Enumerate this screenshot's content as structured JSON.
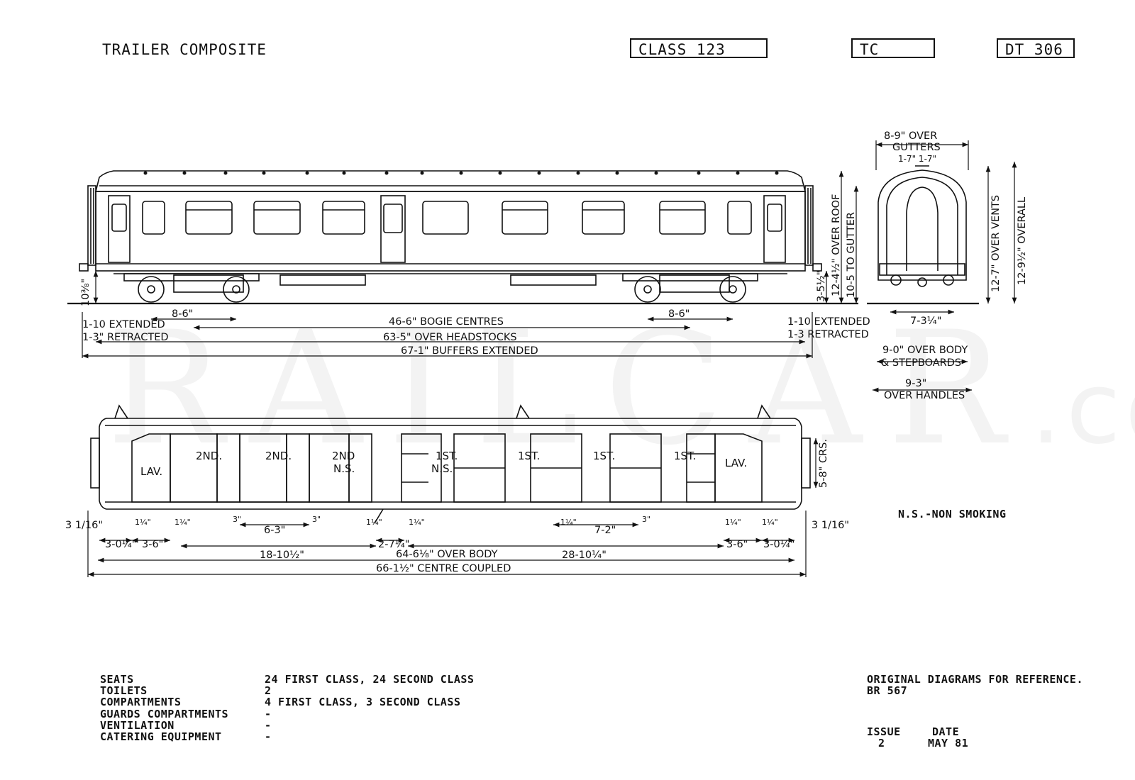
{
  "header": {
    "title": "TRAILER COMPOSITE",
    "class_label": "CLASS 123",
    "type_code": "TC",
    "diagram_no": "DT 306"
  },
  "side_view": {
    "dims": {
      "bogie_wheelbase_left": "8-6\"",
      "bogie_wheelbase_right": "8-6\"",
      "bogie_centres": "46-6\" BOGIE CENTRES",
      "over_headstocks": "63-5\" OVER HEADSTOCKS",
      "buffers_extended": "67-1\" BUFFERS EXTENDED",
      "left_buffer_extended": "1-10 EXTENDED",
      "left_buffer_retracted": "1-3\" RETRACTED",
      "right_buffer_extended": "1-10 EXTENDED",
      "right_buffer_retracted": "1-3 RETRACTED",
      "floor_height": "3-5½\"",
      "over_roof": "12-4½\" OVER ROOF",
      "to_gutter": "10-5 TO GUTTER",
      "rail_gap": "10⅜\""
    }
  },
  "end_view": {
    "dims": {
      "over_gutters_line1": "8-9\" OVER",
      "over_gutters_line2": "GUTTERS",
      "roof_spacing": "1-7\" 1-7\"",
      "over_vents": "12-7\" OVER VENTS",
      "overall": "12-9½\" OVERALL",
      "gauge": "7-3¼\"",
      "over_body_line1": "9-0\" OVER BODY",
      "over_body_line2": "& STEPBOARDS",
      "over_handles_line1": "9-3\"",
      "over_handles_line2": "OVER HANDLES"
    }
  },
  "plan_view": {
    "compartments": [
      {
        "label": "LAV."
      },
      {
        "label": "2ND."
      },
      {
        "label": "2ND."
      },
      {
        "label": "2ND",
        "sub": "N.S."
      },
      {
        "label": "1ST.",
        "sub": "N.S."
      },
      {
        "label": "1ST."
      },
      {
        "label": "1ST."
      },
      {
        "label": "1ST."
      },
      {
        "label": "LAV."
      }
    ],
    "dims": {
      "end_left": "3 1/16\"",
      "end_right": "3 1/16\"",
      "lav_left": "3-0¼\"",
      "vest_left": "3-6\"",
      "comp_2nd": "6-3\"",
      "second_span": "18-10½\"",
      "gangway": "2-7¼\"",
      "comp_1st": "7-2\"",
      "first_span": "28-10¼\"",
      "vest_right": "3-6\"",
      "lav_right": "3-0¼\"",
      "over_body": "64-6⅛\" OVER BODY",
      "centre_coupled": "66-1½\" CENTRE COUPLED",
      "crs": "5-8\" CRS.",
      "small_a": "1¼\"",
      "small_b": "3\""
    }
  },
  "legend": {
    "non_smoking": "N.S.-NON SMOKING"
  },
  "specs": [
    {
      "label": "SEATS",
      "value": "24 FIRST CLASS, 24 SECOND CLASS"
    },
    {
      "label": "TOILETS",
      "value": "2"
    },
    {
      "label": "COMPARTMENTS",
      "value": "4 FIRST CLASS, 3 SECOND CLASS"
    },
    {
      "label": "GUARDS COMPARTMENTS",
      "value": "-"
    },
    {
      "label": "VENTILATION",
      "value": "-"
    },
    {
      "label": "CATERING EQUIPMENT",
      "value": "-"
    }
  ],
  "reference": {
    "line1": "ORIGINAL DIAGRAMS FOR REFERENCE.",
    "line2": "BR 567",
    "issue_label": "ISSUE",
    "issue_value": "2",
    "date_label": "DATE",
    "date_value": "MAY 81"
  },
  "watermark": {
    "main": "RAILCAR",
    "suffix": ".co.uk"
  }
}
